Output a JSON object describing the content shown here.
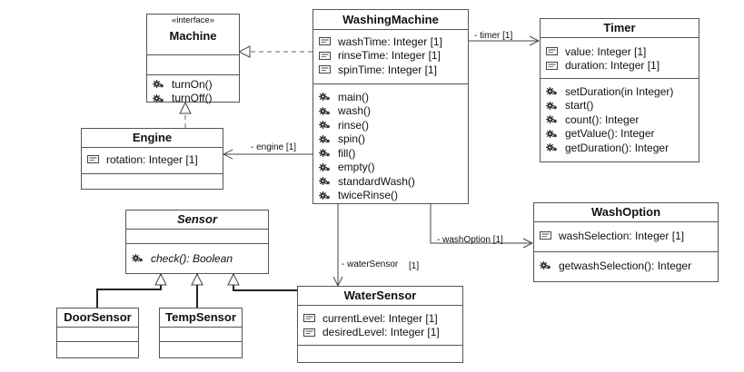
{
  "machine": {
    "stereotype": "«interface»",
    "name": "Machine",
    "operations": [
      "turnOn()",
      "turnOff()"
    ]
  },
  "engine": {
    "name": "Engine",
    "attributes": [
      "rotation: Integer [1]"
    ]
  },
  "washing_machine": {
    "name": "WashingMachine",
    "attributes": [
      "washTime: Integer [1]",
      "rinseTime: Integer [1]",
      "spinTime: Integer [1]"
    ],
    "operations": [
      "main()",
      "wash()",
      "rinse()",
      "spin()",
      "fill()",
      "empty()",
      "standardWash()",
      "twiceRinse()"
    ]
  },
  "timer": {
    "name": "Timer",
    "attributes": [
      "value: Integer [1]",
      "duration: Integer [1]"
    ],
    "operations": [
      "setDuration(in Integer)",
      "start()",
      "count(): Integer",
      "getValue(): Integer",
      "getDuration(): Integer"
    ]
  },
  "sensor": {
    "name": "Sensor",
    "operations": [
      "check(): Boolean"
    ]
  },
  "wash_option": {
    "name": "WashOption",
    "attributes": [
      "washSelection: Integer [1]"
    ],
    "operations": [
      "getwashSelection(): Integer"
    ]
  },
  "water_sensor": {
    "name": "WaterSensor",
    "attributes": [
      "currentLevel: Integer [1]",
      "desiredLevel: Integer [1]"
    ]
  },
  "door_sensor": {
    "name": "DoorSensor"
  },
  "temp_sensor": {
    "name": "TempSensor"
  },
  "associations": {
    "timer": "- timer [1]",
    "engine": "- engine [1]",
    "wash_option": "- washOption [1]",
    "water_sensor": "- waterSensor",
    "water_sensor_mult": "[1]"
  },
  "icons": {
    "attribute": "attribute-icon",
    "operation": "operation-gear-icon"
  }
}
